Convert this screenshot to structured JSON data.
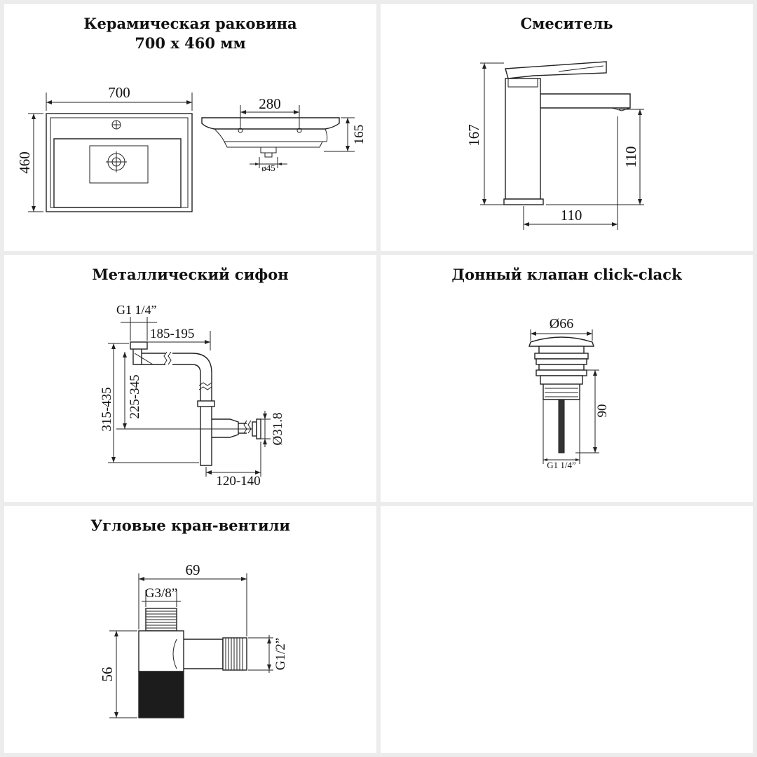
{
  "panels": {
    "sink": {
      "title_line1": "Керамическая раковина",
      "title_line2": "700 х 460 мм",
      "dims": {
        "width": "700",
        "height": "460",
        "holes": "280",
        "depth": "165",
        "drain": "ø45"
      }
    },
    "mixer": {
      "title": "Смеситель",
      "dims": {
        "height": "167",
        "spout_height": "110",
        "reach": "110"
      }
    },
    "siphon": {
      "title": "Металлический сифон",
      "dims": {
        "thread": "G1 1/4”",
        "length": "185-195",
        "height_outer": "315-435",
        "height_inner": "225-345",
        "diameter": "Ø31.8",
        "offset": "120-140"
      }
    },
    "valve": {
      "title": "Донный клапан click-clack",
      "dims": {
        "diameter": "Ø66",
        "height": "90",
        "thread": "G1 1/4”"
      }
    },
    "angle": {
      "title": "Угловые кран-вентили",
      "dims": {
        "length": "69",
        "thread_top": "G3/8”",
        "height": "56",
        "thread_side": "G1/2”"
      }
    }
  }
}
